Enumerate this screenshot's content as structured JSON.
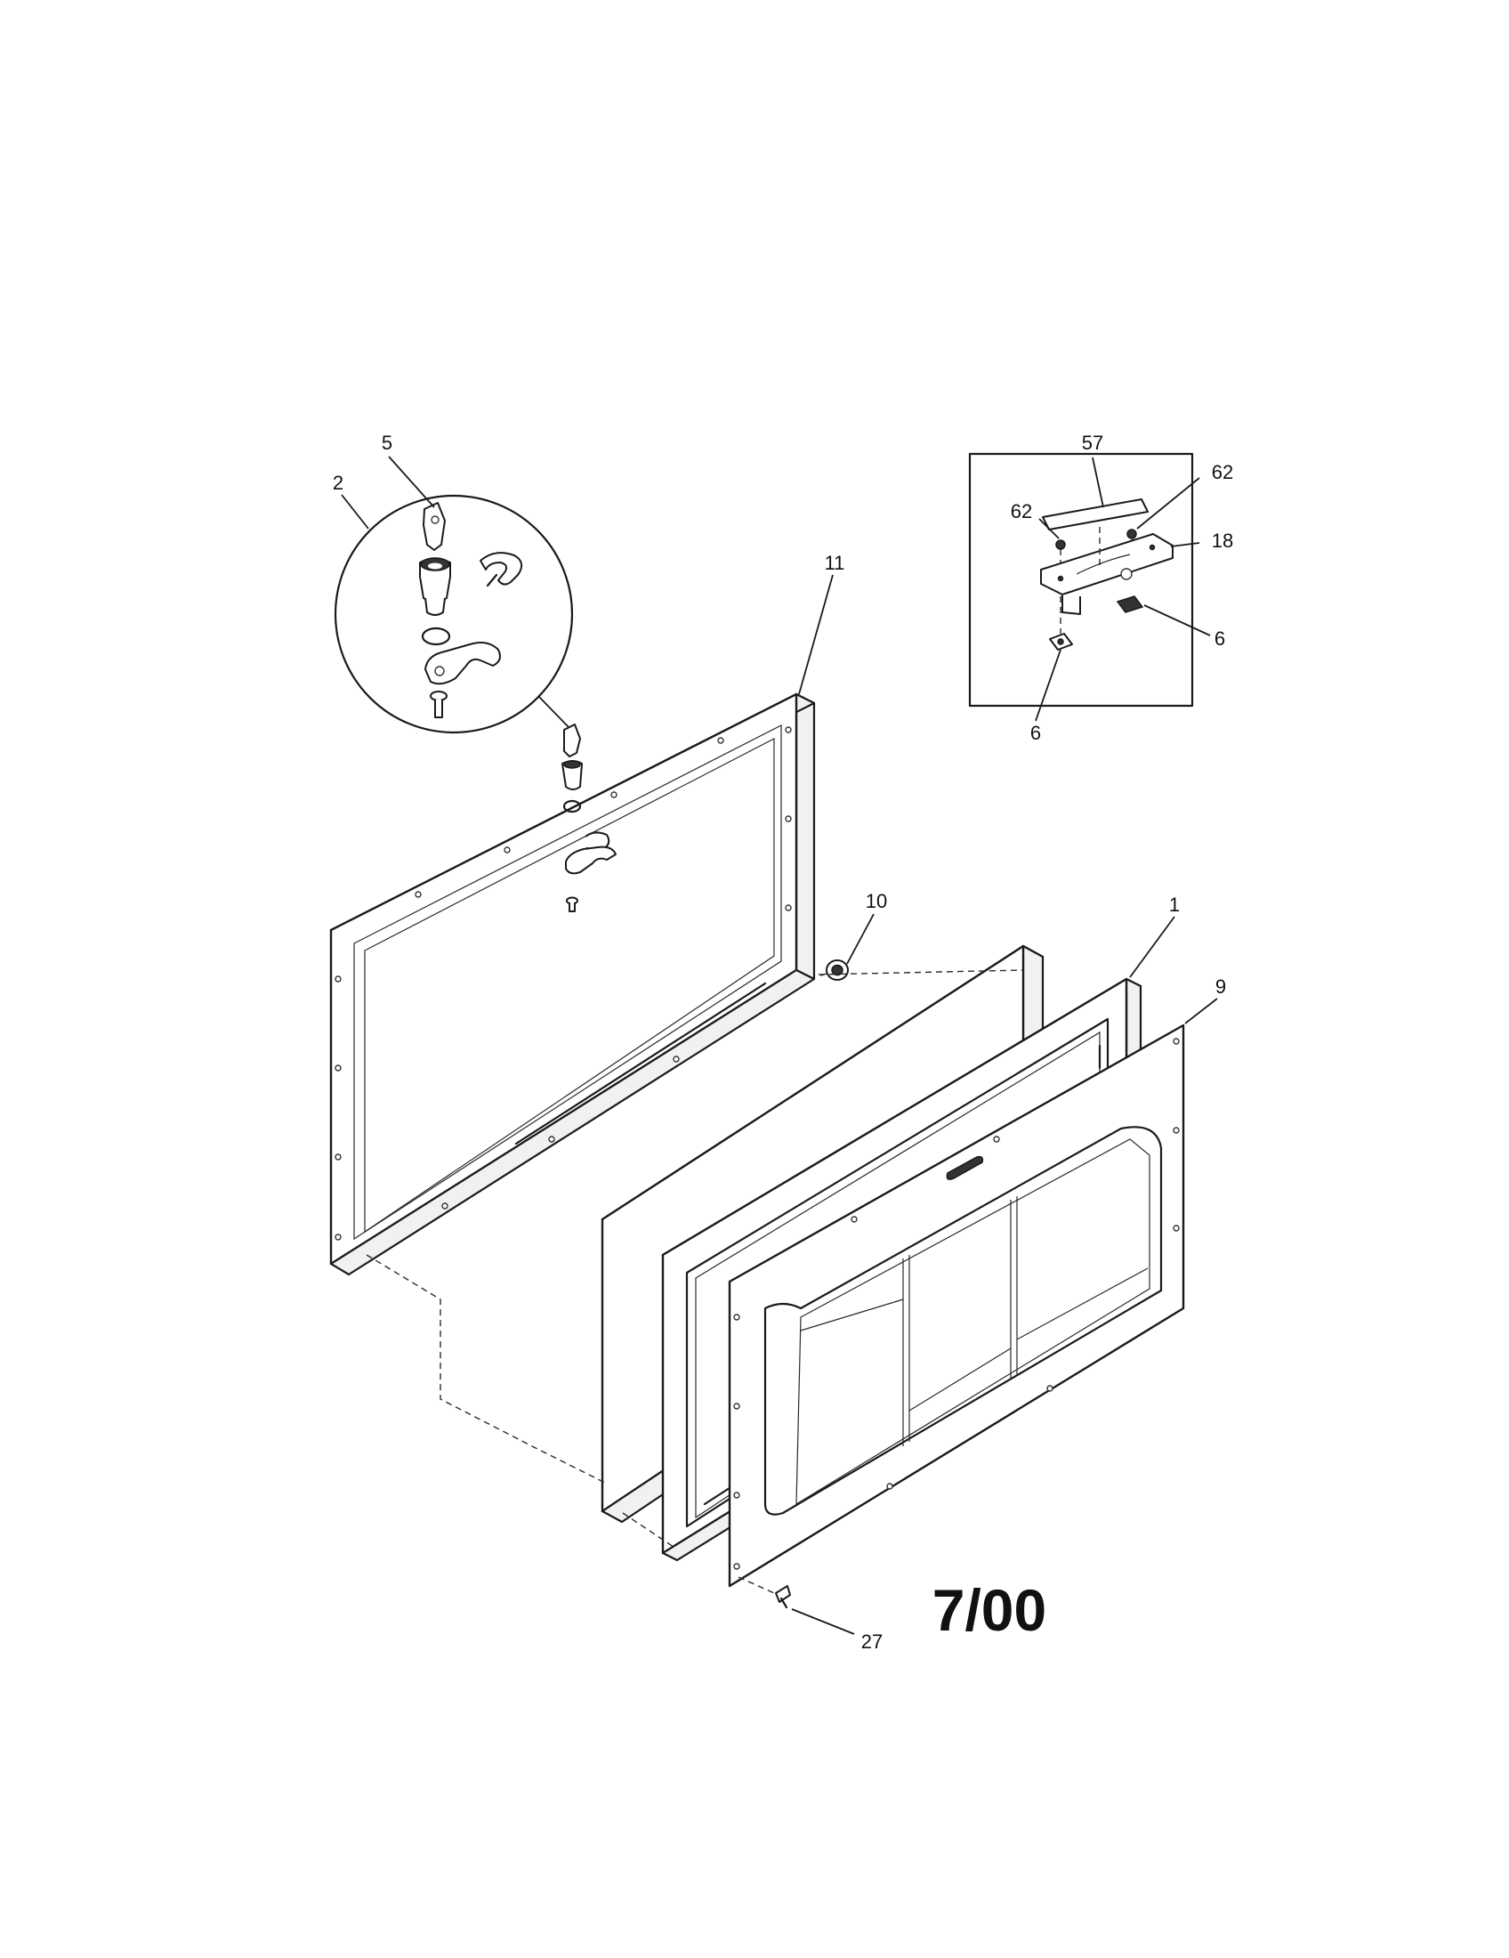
{
  "diagram": {
    "callouts": {
      "c1": "1",
      "c2": "2",
      "c5": "5",
      "c6a": "6",
      "c6b": "6",
      "c9": "9",
      "c10": "10",
      "c11": "11",
      "c18": "18",
      "c27": "27",
      "c57": "57",
      "c62a": "62",
      "c62b": "62"
    },
    "date_stamp": "7/00"
  }
}
